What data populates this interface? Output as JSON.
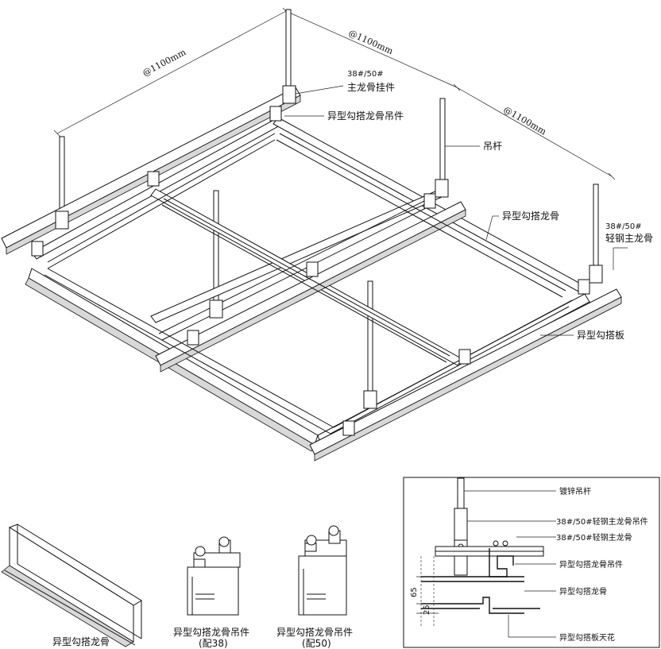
{
  "dimensions": {
    "span_left": "@1100mm",
    "span_top": "@1100mm",
    "span_right": "@1100mm"
  },
  "callouts": {
    "main_keel_hanger_spec": "38#/50#",
    "main_keel_hanger": "主龙骨挂件",
    "hook_keel_hanger": "异型勾搭龙骨吊件",
    "rod": "吊杆",
    "hook_keel": "异型勾搭龙骨",
    "light_steel_keel_spec": "38#/50#",
    "light_steel_keel": "轻钢主龙骨",
    "hook_panel": "异型勾搭板"
  },
  "parts": {
    "keel_caption": "异型勾搭龙骨",
    "hanger38_caption": "异型勾搭龙骨吊件",
    "hanger38_sub": "(配38)",
    "hanger50_caption": "异型勾搭龙骨吊件",
    "hanger50_sub": "(配50)"
  },
  "section": {
    "rod": "镀锌吊杆",
    "main_keel_hanger": "38#/50#轻钢主龙骨吊件",
    "main_keel": "38#/50#轻钢主龙骨",
    "hook_keel_hanger": "异型勾搭龙骨吊件",
    "hook_keel": "异型勾搭龙骨",
    "ceiling": "异型勾搭板天花",
    "dim_65": "65",
    "dim_25": "25"
  }
}
